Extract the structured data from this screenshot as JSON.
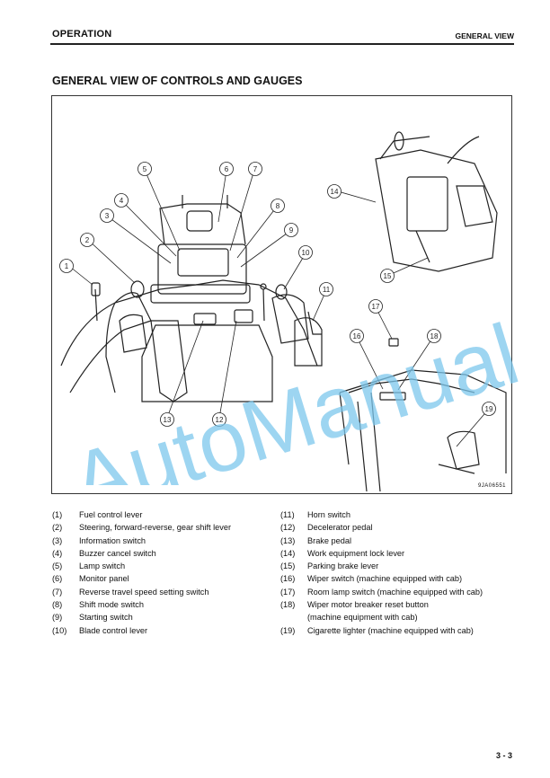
{
  "header": {
    "section": "OPERATION",
    "chapter": "GENERAL VIEW"
  },
  "title": "GENERAL VIEW OF CONTROLS AND GAUGES",
  "figure": {
    "code": "9JA06551",
    "callouts": [
      "1",
      "2",
      "3",
      "4",
      "5",
      "6",
      "7",
      "8",
      "9",
      "10",
      "11",
      "12",
      "13",
      "14",
      "15",
      "16",
      "17",
      "18",
      "19"
    ]
  },
  "legend_left": [
    {
      "num": "(1)",
      "text": "Fuel control lever"
    },
    {
      "num": "(2)",
      "text": "Steering, forward-reverse, gear shift lever"
    },
    {
      "num": "(3)",
      "text": "Information switch"
    },
    {
      "num": "(4)",
      "text": "Buzzer cancel switch"
    },
    {
      "num": "(5)",
      "text": "Lamp switch"
    },
    {
      "num": "(6)",
      "text": "Monitor panel"
    },
    {
      "num": "(7)",
      "text": "Reverse travel speed setting switch"
    },
    {
      "num": "(8)",
      "text": "Shift mode switch"
    },
    {
      "num": "(9)",
      "text": "Starting switch"
    },
    {
      "num": "(10)",
      "text": "Blade control lever"
    }
  ],
  "legend_right": [
    {
      "num": "(11)",
      "text": "Horn switch"
    },
    {
      "num": "(12)",
      "text": "Decelerator pedal"
    },
    {
      "num": "(13)",
      "text": "Brake pedal"
    },
    {
      "num": "(14)",
      "text": "Work equipment lock lever"
    },
    {
      "num": "(15)",
      "text": "Parking brake lever"
    },
    {
      "num": "(16)",
      "text": "Wiper switch (machine equipped with cab)"
    },
    {
      "num": "(17)",
      "text": "Room lamp switch (machine equipped with cab)"
    },
    {
      "num": "(18)",
      "text": "Wiper motor breaker reset button"
    },
    {
      "num": "",
      "text": "(machine equipment with cab)"
    },
    {
      "num": "(19)",
      "text": "Cigarette lighter (machine equipped with cab)"
    }
  ],
  "watermark": "AutoManual",
  "page_number": "3 - 3",
  "colors": {
    "watermark": "#7cc7ec",
    "rule": "#222222"
  }
}
